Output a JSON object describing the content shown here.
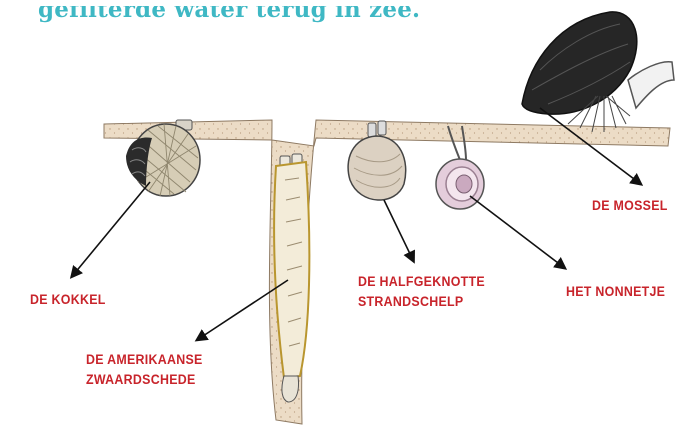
{
  "heading": "gefilterde water terug in zee.",
  "labels": {
    "kokkel": "DE KOKKEL",
    "zwaardschede_1": "DE AMERIKAANSE",
    "zwaardschede_2": "ZWAARDSCHEDE",
    "strandschelp_1": "DE HALFGEKNOTTE",
    "strandschelp_2": "STRANDSCHELP",
    "nonnetje": "HET NONNETJE",
    "mossel": "DE MOSSEL"
  },
  "colors": {
    "heading": "#3fb8c4",
    "label": "#c8242b",
    "sand": "#ecdcc6"
  }
}
